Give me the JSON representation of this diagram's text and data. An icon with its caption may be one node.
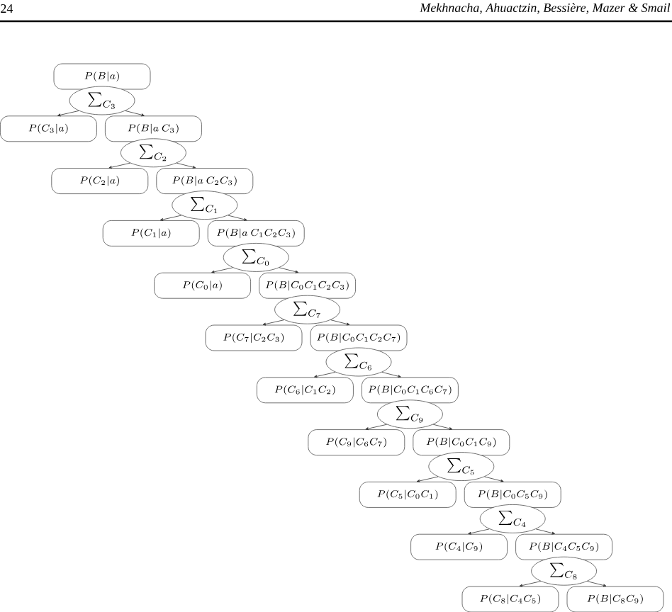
{
  "diagram": {
    "nodes": [
      {
        "text": [
          "P(B|a)"
        ]
      },
      {
        "text": [
          "\\sum_{C_3}"
        ]
      },
      {
        "text": [
          "P(C_3|a)"
        ]
      },
      {
        "text": [
          "P(B|a\\ C_3)"
        ]
      },
      {
        "text": [
          "\\sum_{C_2}"
        ]
      },
      {
        "text": [
          "P(C_2|a)"
        ]
      },
      {
        "text": [
          "P(B|a\\ C_2C_3)"
        ]
      },
      {
        "text": [
          "\\sum_{C_1}"
        ]
      },
      {
        "text": [
          "P(C_1|a)"
        ]
      },
      {
        "text": [
          "P(B|a\\ C_1C_2C_3)"
        ]
      },
      {
        "text": [
          "\\sum_{C_0}"
        ]
      },
      {
        "text": [
          "P(C_0|a)"
        ]
      },
      {
        "text": [
          "P(B|C_0C_1C_2C_3)"
        ]
      },
      {
        "text": [
          "\\sum_{C_7}"
        ]
      },
      {
        "text": [
          "P(C_7|C_2C_3)"
        ]
      },
      {
        "text": [
          "P(B|C_0C_1C_2C_7)"
        ]
      },
      {
        "text": [
          "\\sum_{C_6}"
        ]
      },
      {
        "text": [
          "P(C_6|C_1C_2)"
        ]
      },
      {
        "text": [
          "P(B|C_0C_1C_6C_7)"
        ]
      },
      {
        "text": [
          "\\sum_{C_9}"
        ]
      },
      {
        "text": [
          "P(C_9|C_6C_7)"
        ]
      },
      {
        "text": [
          "P(B|C_0C_1C_9)"
        ]
      },
      {
        "text": [
          "\\sum_{C_5}"
        ]
      },
      {
        "text": [
          "P(C_5|C_0C_1)"
        ]
      },
      {
        "text": [
          "P(B|C_0C_5C_9)"
        ]
      },
      {
        "text": [
          "\\sum_{C_4}"
        ]
      },
      {
        "text": [
          "P(C_4|C_9)"
        ]
      },
      {
        "text": [
          "P(B|C_4C_5C_9)"
        ]
      },
      {
        "text": [
          "\\sum_{C_8}"
        ]
      },
      {
        "text": [
          "P(C_8|C_4C_5)"
        ]
      },
      {
        "text": [
          "P(B|C_8C_9)"
        ]
      }
    ],
    "edges": [
      {
        "from": 1,
        "to": 2,
        "arrow": "to"
      },
      {
        "from": 1,
        "to": 3,
        "arrow": "to"
      },
      {
        "from": 4,
        "to": 5,
        "arrow": "to"
      },
      {
        "from": 4,
        "to": 6,
        "arrow": "to"
      },
      {
        "from": 7,
        "to": 8,
        "arrow": "to"
      },
      {
        "from": 7,
        "to": 9,
        "arrow": "to"
      },
      {
        "from": 10,
        "to": 11,
        "arrow": "to"
      },
      {
        "from": 10,
        "to": 12,
        "arrow": "to"
      },
      {
        "from": 13,
        "to": 14,
        "arrow": "to"
      },
      {
        "from": 13,
        "to": 15,
        "arrow": "to"
      },
      {
        "from": 16,
        "to": 17,
        "arrow": "to"
      },
      {
        "from": 16,
        "to": 18,
        "arrow": "to"
      },
      {
        "from": 19,
        "to": 20,
        "arrow": "to"
      },
      {
        "from": 19,
        "to": 21,
        "arrow": "to"
      },
      {
        "from": 22,
        "to": 23,
        "arrow": "to"
      },
      {
        "from": 22,
        "to": 24,
        "arrow": "to"
      },
      {
        "from": 25,
        "to": 26,
        "arrow": "to"
      },
      {
        "from": 25,
        "to": 27,
        "arrow": "to"
      },
      {
        "from": 28,
        "to": 29,
        "arrow": "to"
      },
      {
        "from": 28,
        "to": 30,
        "arrow": "to"
      }
    ],
    "labels": [
      "24",
      "Mekhnacha, Ahuactzin, Bessière, Mazer & Smail"
    ]
  }
}
